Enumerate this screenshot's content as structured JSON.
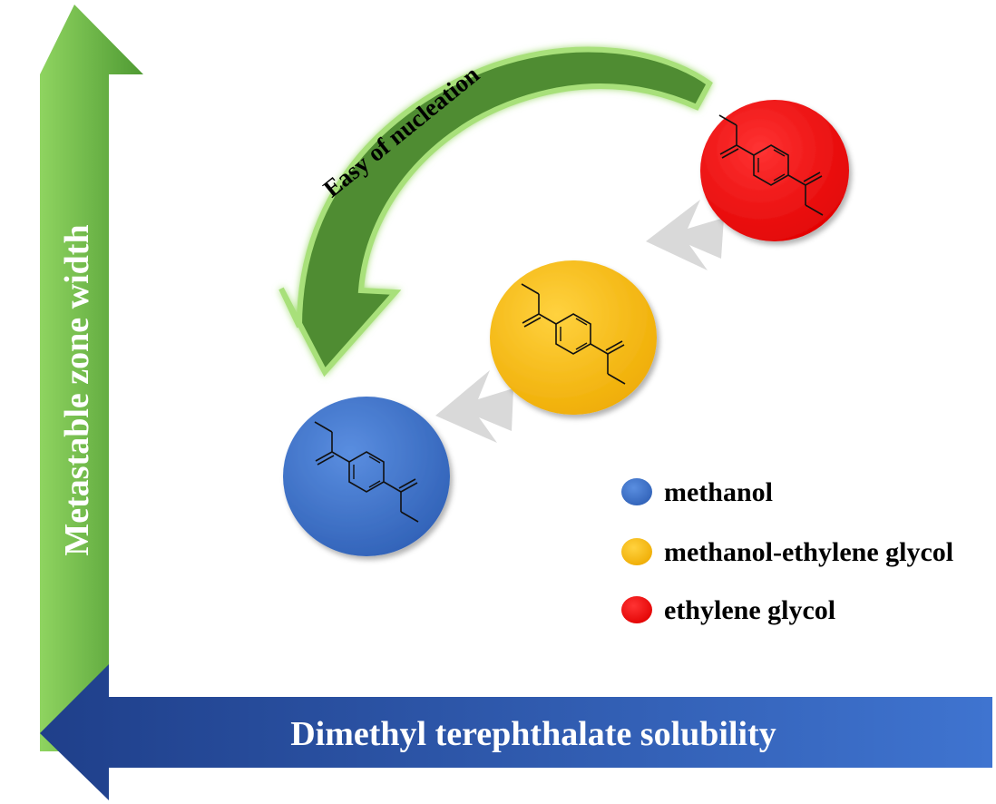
{
  "axes": {
    "y_label": "Metastable zone width",
    "x_label": "Dimethyl terephthalate solubility"
  },
  "curve_label": "Easy of nucleation",
  "legend": [
    {
      "label": "methanol",
      "color": "#3b6fc8"
    },
    {
      "label": "methanol-ethylene glycol",
      "color": "#f7b500"
    },
    {
      "label": "ethylene glycol",
      "color": "#ff1a1a"
    }
  ],
  "colors": {
    "y_axis": "#6fb84a",
    "x_axis": "#2f5fb8",
    "curve_arrow": "#5a9a3c",
    "step_arrows": "#d6d6d6"
  },
  "molecule": "dimethyl-terephthalate-structure"
}
